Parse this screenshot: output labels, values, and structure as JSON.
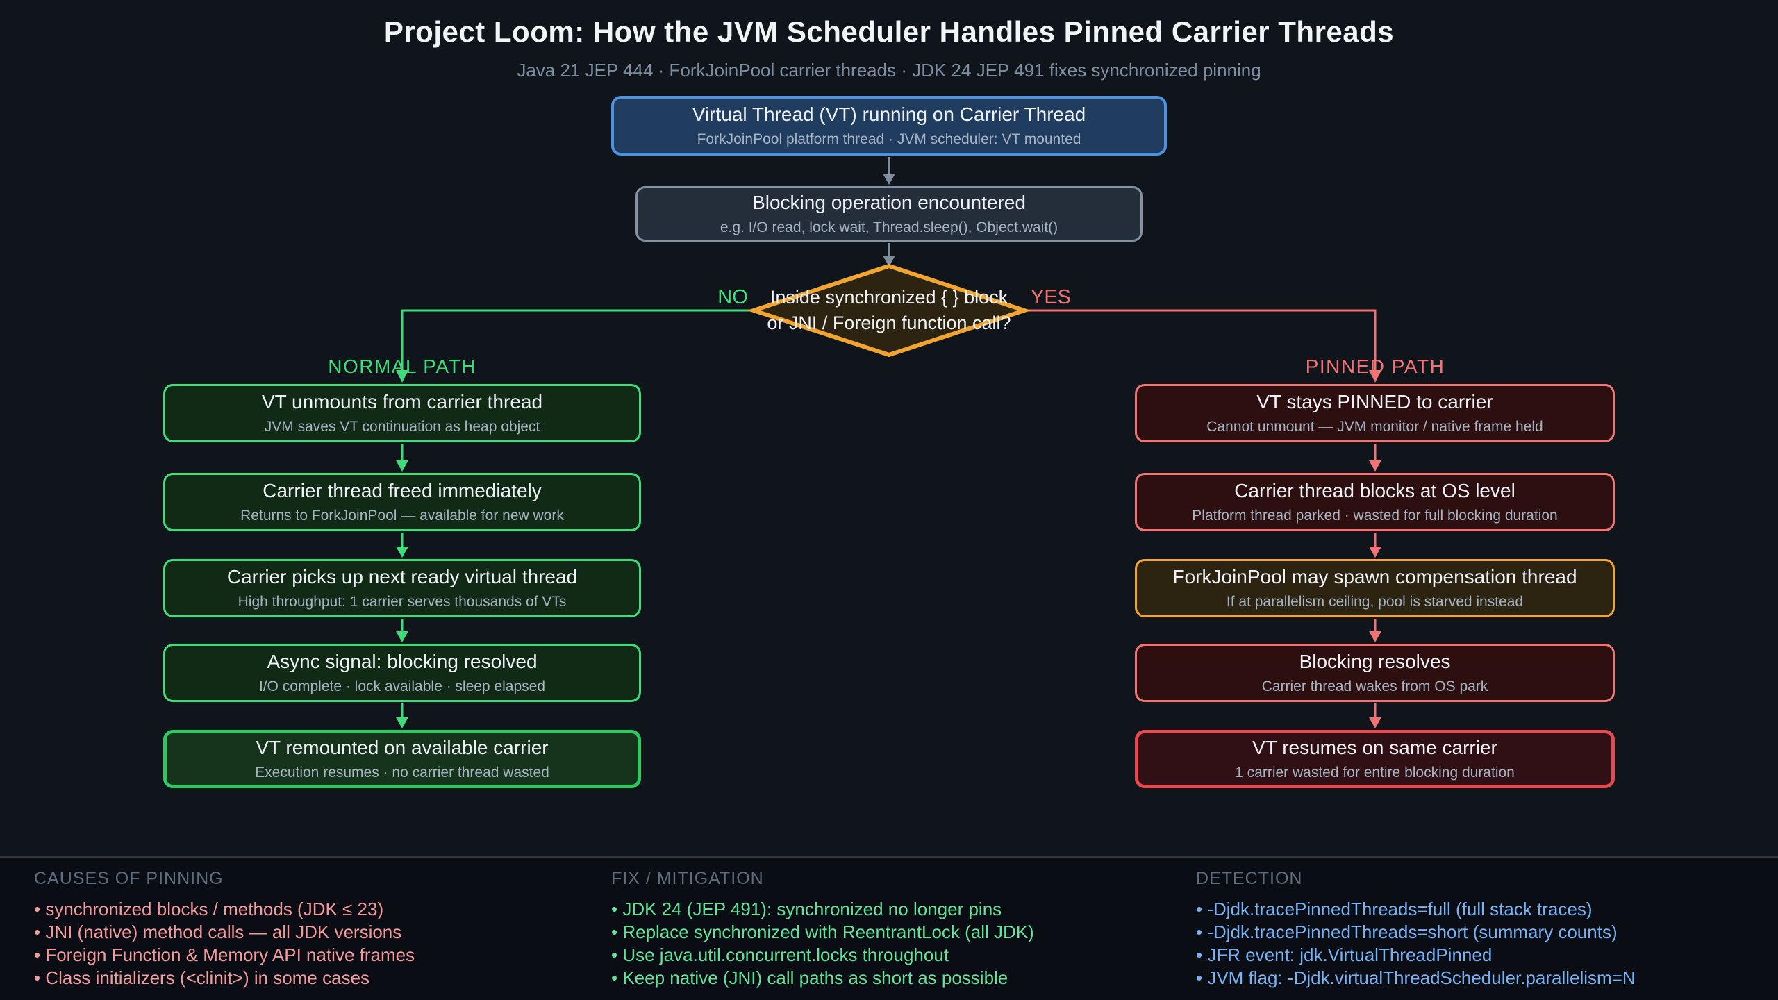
{
  "page": {
    "title": "Project Loom: How the JVM Scheduler Handles Pinned Carrier Threads",
    "subtitle": "Java 21 JEP 444 · ForkJoinPool carrier threads · JDK 24 JEP 491 fixes synchronized pinning"
  },
  "flow": {
    "start": {
      "title": "Virtual Thread (VT) running on Carrier Thread",
      "subtitle": "ForkJoinPool platform thread · JVM scheduler: VT mounted"
    },
    "blocking": {
      "title": "Blocking operation encountered",
      "subtitle": "e.g. I/O read, lock wait, Thread.sleep(), Object.wait()"
    },
    "decision": {
      "line1": "Inside synchronized { } block",
      "line2": "or JNI / Foreign function call?",
      "no_label": "NO",
      "yes_label": "YES"
    },
    "normal_path": {
      "label": "NORMAL PATH",
      "steps": [
        {
          "title": "VT unmounts from carrier thread",
          "subtitle": "JVM saves VT continuation as heap object"
        },
        {
          "title": "Carrier thread freed immediately",
          "subtitle": "Returns to ForkJoinPool — available for new work"
        },
        {
          "title": "Carrier picks up next ready virtual thread",
          "subtitle": "High throughput: 1 carrier serves thousands of VTs"
        },
        {
          "title": "Async signal: blocking resolved",
          "subtitle": "I/O complete · lock available · sleep elapsed"
        },
        {
          "title": "VT remounted on available carrier",
          "subtitle": "Execution resumes · no carrier thread wasted"
        }
      ]
    },
    "pinned_path": {
      "label": "PINNED PATH",
      "steps": [
        {
          "title": "VT stays PINNED to carrier",
          "subtitle": "Cannot unmount — JVM monitor / native frame held"
        },
        {
          "title": "Carrier thread blocks at OS level",
          "subtitle": "Platform thread parked · wasted for full blocking duration"
        },
        {
          "title": "ForkJoinPool may spawn compensation thread",
          "subtitle": "If at parallelism ceiling, pool is starved instead"
        },
        {
          "title": "Blocking resolves",
          "subtitle": "Carrier thread wakes from OS park"
        },
        {
          "title": "VT resumes on same carrier",
          "subtitle": "1 carrier wasted for entire blocking duration"
        }
      ]
    }
  },
  "footer": {
    "columns": [
      {
        "heading": "CAUSES OF PINNING",
        "items": [
          "• synchronized blocks / methods (JDK ≤ 23)",
          "• JNI (native) method calls — all JDK versions",
          "• Foreign Function & Memory API native frames",
          "• Class initializers (<clinit>) in some cases"
        ]
      },
      {
        "heading": "FIX / MITIGATION",
        "items": [
          "• JDK 24 (JEP 491): synchronized no longer pins",
          "• Replace synchronized with ReentrantLock (all JDK)",
          "• Use java.util.concurrent.locks throughout",
          "• Keep native (JNI) call paths as short as possible"
        ]
      },
      {
        "heading": "DETECTION",
        "items": [
          "• -Djdk.tracePinnedThreads=full (full stack traces)",
          "• -Djdk.tracePinnedThreads=short (summary counts)",
          "• JFR event: jdk.VirtualThreadPinned",
          "• JVM flag: -Djdk.virtualThreadScheduler.parallelism=N"
        ]
      }
    ]
  },
  "colors": {
    "background": "#10151b",
    "footer_background": "#0a0e14",
    "divider": "#2b3544",
    "title_text": "#f2f5f8",
    "subtitle_text": "#7e8ea2",
    "node_title_text": "#eef2f7",
    "node_subtitle_text": "#a6b3c3",
    "blue_border": "#4e91dd",
    "blue_fill": "#203c5e",
    "gray_border": "#8593a3",
    "gray_fill": "#242e3a",
    "gray_arrow": "#7f8fa0",
    "green_path": "#3edc7a",
    "green_fill": "#112a15",
    "green_strong_border": "#2fc963",
    "red_path": "#f17374",
    "red_fill": "#2d0f10",
    "red_strong_border": "#e8484f",
    "orange_border": "#f2a431",
    "orange_fill": "#2c2311",
    "causes_items": "#f39a9d",
    "fix_items": "#63e29a",
    "detection_items": "#78b2f4"
  }
}
